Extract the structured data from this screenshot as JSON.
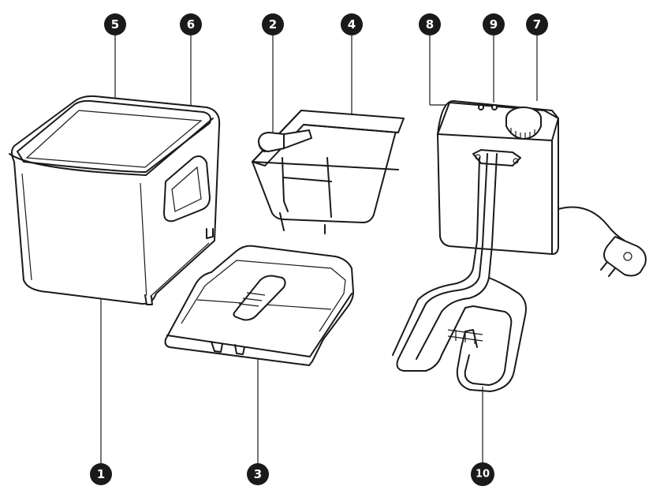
{
  "callouts": [
    {
      "id": "c1",
      "label": "1"
    },
    {
      "id": "c2",
      "label": "2"
    },
    {
      "id": "c3",
      "label": "3"
    },
    {
      "id": "c4",
      "label": "4"
    },
    {
      "id": "c5",
      "label": "5"
    },
    {
      "id": "c6",
      "label": "6"
    },
    {
      "id": "c7",
      "label": "7"
    },
    {
      "id": "c8",
      "label": "8"
    },
    {
      "id": "c9",
      "label": "9"
    },
    {
      "id": "c10",
      "label": "10"
    }
  ],
  "colors": {
    "line": "#1a1a1a",
    "background": "#ffffff"
  }
}
